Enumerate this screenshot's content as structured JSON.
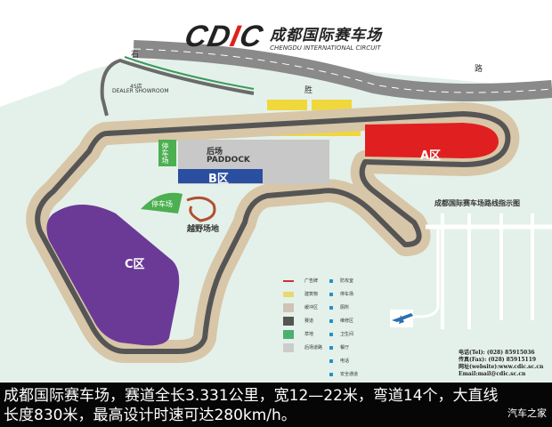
{
  "logo": {
    "mark_left": "CD",
    "mark_i": "I",
    "mark_right": "C",
    "name_cn": "成都国际赛车场",
    "name_en": "CHENGDU INTERNATIONAL CIRCUIT"
  },
  "colors": {
    "zone_a": "#e02020",
    "zone_b": "#2a4fa0",
    "zone_c": "#6b3a96",
    "parking": "#4caf50",
    "track": "#555555",
    "buffer": "#d8c6a8",
    "background": "#e4f1ea"
  },
  "roads": {
    "shisheng_1": "石",
    "shisheng_2": "胜",
    "shisheng_3": "路"
  },
  "labels": {
    "showroom_cn": "4S店",
    "showroom_en": "DEALER SHOWROOM",
    "paddock_cn": "后场",
    "paddock_en": "PADDOCK",
    "parking_1": "停车场",
    "parking_2": "停车场",
    "offroad": "越野场地",
    "zone_a": "A区",
    "zone_b": "B区",
    "zone_c": "C区"
  },
  "route_map": {
    "title": "成都国际赛车场路线指示图"
  },
  "legend": {
    "left": [
      "广告牌",
      "建筑物",
      "缓冲区",
      "赛道",
      "草地",
      "后场道路"
    ],
    "right": [
      "防攻室",
      "停车场",
      "厕所",
      "维修区",
      "卫生间",
      "餐厅",
      "电话",
      "安全通道"
    ]
  },
  "contact": {
    "tel": "电话(Tel): (028) 85915036",
    "fax": "传真(Fax): (028) 85915119",
    "web": "网址(website):www.cdic.sc.cn",
    "email": "Email:mail@cdic.sc.cn"
  },
  "caption": {
    "line1": "成都国际赛车场，赛道全长3.331公里，宽12—22米，弯道14个，大直线",
    "line2": "长度830米，最高设计时速可达280km/h。",
    "watermark": "汽车之家"
  }
}
